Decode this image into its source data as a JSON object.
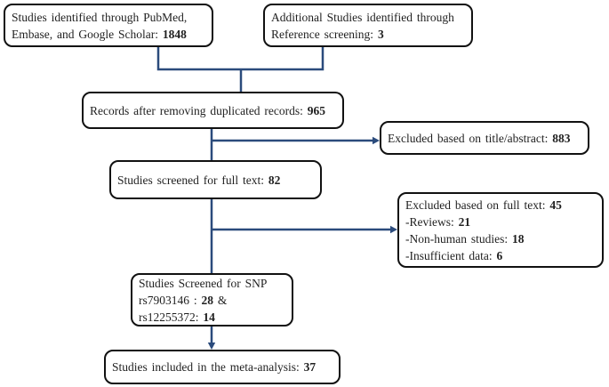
{
  "colors": {
    "connector": "#2b4b7c",
    "box_border": "#111111",
    "text": "#1f1f1f",
    "background": "#ffffff"
  },
  "boxes": {
    "identified": {
      "line1": "Studies identified through PubMed,",
      "line2_prefix": "Embase, and Google Scholar: ",
      "line2_value": "1848"
    },
    "additional": {
      "line1": "Additional Studies identified through",
      "line2_prefix": "Reference screening: ",
      "line2_value": "3"
    },
    "deduplicated": {
      "prefix": "Records after removing duplicated records: ",
      "value": "965"
    },
    "excluded_title_abstract": {
      "prefix": "Excluded based on title/abstract: ",
      "value": "883"
    },
    "full_text": {
      "prefix": "Studies screened for full text: ",
      "value": "82"
    },
    "excluded_full_text": {
      "line1_prefix": "Excluded based on full text: ",
      "line1_value": "45",
      "line2_prefix": "-Reviews: ",
      "line2_value": "21",
      "line3_prefix": "-Non-human studies: ",
      "line3_value": "18",
      "line4_prefix": "-Insufficient data: ",
      "line4_value": "6"
    },
    "snp": {
      "line1": "Studies Screened for SNP",
      "line2_prefix": "rs7903146 : ",
      "line2_value": "28",
      "line2_suffix": " &",
      "line3_prefix": "rs12255372: ",
      "line3_value": "14"
    },
    "included": {
      "prefix": "Studies included in the meta-analysis: ",
      "value": "37"
    }
  }
}
